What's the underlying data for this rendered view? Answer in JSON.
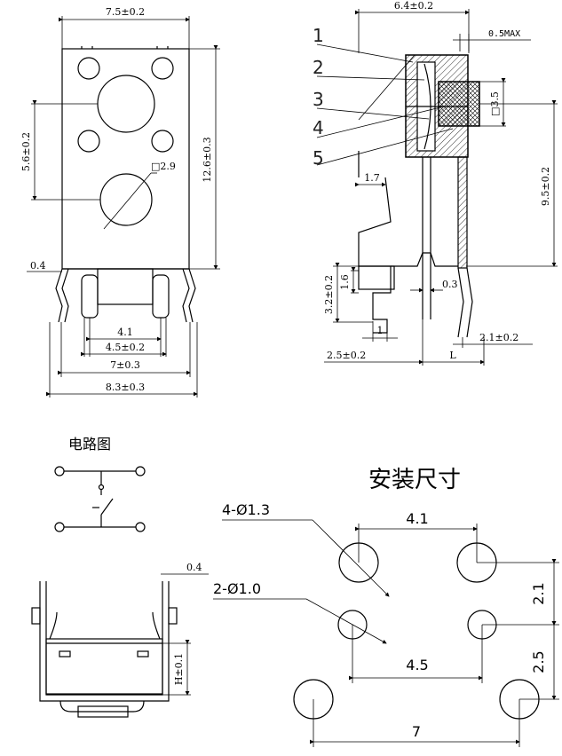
{
  "front_view": {
    "width_top": "7.5±0.2",
    "height_right": "12.6±0.3",
    "height_left": "5.6±0.2",
    "actuator_square": "□2.9",
    "lead_thickness": "0.4",
    "dim_4_1": "4.1",
    "dim_4_5": "4.5±0.2",
    "dim_7": "7±0.3",
    "dim_8_3": "8.3±0.3"
  },
  "side_view": {
    "width_top": "6.4±0.2",
    "max_dim": "0.5MAX",
    "part_labels": [
      "1",
      "2",
      "3",
      "4",
      "5"
    ],
    "square_3_5": "□3.5",
    "height_9_5": "9.5±0.2",
    "dim_1_7": "1.7",
    "dim_1_6": "1.6",
    "dim_0_3": "0.3",
    "dim_3_2": "3.2±0.2",
    "dim_1": "1",
    "dim_2_1": "2.1±0.2",
    "dim_2_5": "2.5±0.2",
    "dim_L": "L"
  },
  "circuit": {
    "title": "电路图"
  },
  "bottom_view": {
    "thickness": "0.4",
    "height": "H±0.1"
  },
  "mounting": {
    "title": "安装尺寸",
    "hole_large": "4-Ø1.3",
    "hole_small": "2-Ø1.0",
    "dim_4_1": "4.1",
    "dim_4_5": "4.5",
    "dim_7": "7",
    "dim_2_1": "2.1",
    "dim_2_5": "2.5"
  }
}
